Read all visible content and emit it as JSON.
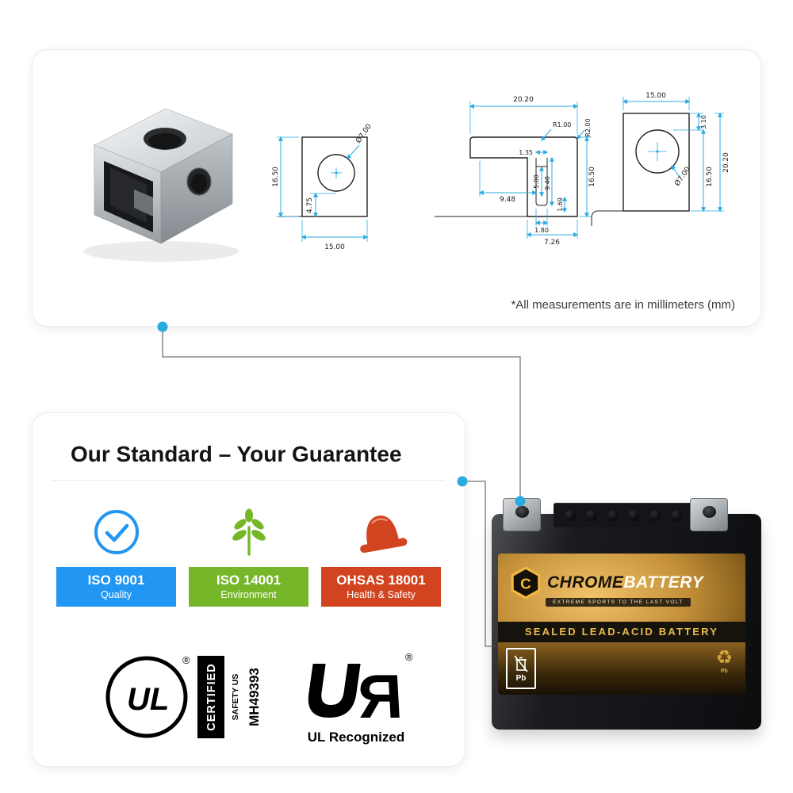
{
  "colors": {
    "dimension_accent": "#29abe2",
    "iso_9001_blue": "#2196f3",
    "iso_14001_green": "#76b629",
    "ohsas_red": "#d2441f"
  },
  "top_card": {
    "note": "*All measurements are in millimeters (mm)",
    "drawing_front": {
      "height": "16.50",
      "width": "15.00",
      "hole_diameter": "Ø7.00",
      "hole_offset": "4.75"
    },
    "drawing_section": {
      "width": "20.20",
      "inner_radius": "R1.00",
      "outer_radius": "R2.00",
      "step": "1.35",
      "slot_width": "5.00",
      "channel_width": "9.48",
      "slot_depth": "9.40",
      "wall": "1.69",
      "height": "16.50",
      "lip": "1.80",
      "base_width": "7.26"
    },
    "drawing_side": {
      "width": "15.00",
      "top_offset": "3.10",
      "overall_height": "20.20",
      "height": "16.50",
      "hole_diameter": "Ø7.00"
    }
  },
  "guarantee_card": {
    "title": "Our Standard – Your Guarantee",
    "badges": [
      {
        "label": "ISO 9001",
        "sublabel": "Quality",
        "color": "#2196f3"
      },
      {
        "label": "ISO 14001",
        "sublabel": "Environment",
        "color": "#76b629"
      },
      {
        "label": "OHSAS 18001",
        "sublabel": "Health & Safety",
        "color": "#d2441f"
      }
    ],
    "ul_certified": {
      "mark": "UL",
      "registered": "®",
      "bar_text": "CERTIFIED",
      "region_text": "SAFETY US",
      "file_number": "MH49393"
    },
    "ul_recognized": {
      "registered": "®",
      "label": "UL Recognized"
    }
  },
  "battery": {
    "brand_icon_letter": "C",
    "brand_part1": "CHROME",
    "brand_part2": "BATTERY",
    "tagline": "EXTREME SPORTS TO THE LAST VOLT",
    "product_type": "SEALED LEAD-ACID BATTERY",
    "pb_label": "Pb"
  }
}
